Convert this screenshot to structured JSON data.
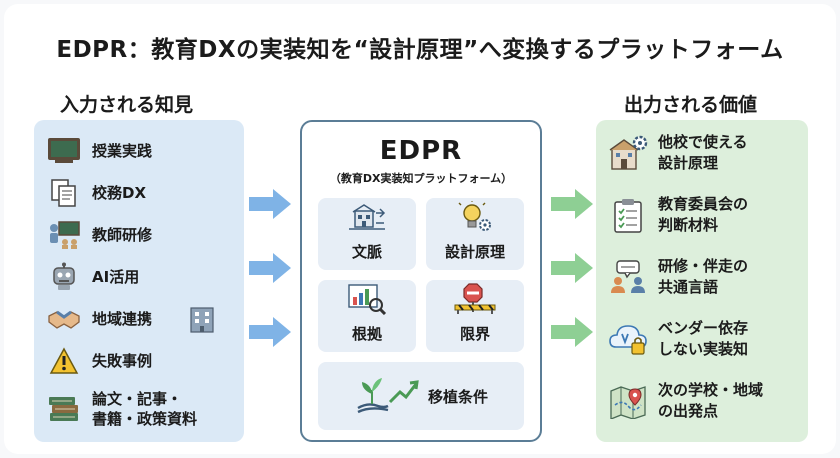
{
  "title": "EDPR：教育DXの実装知を“設計原理”へ変換するプラットフォーム",
  "inputs": {
    "heading": "入力される知見",
    "items": [
      {
        "label": "授業実践",
        "icon": "chalkboard-icon"
      },
      {
        "label": "校務DX",
        "icon": "documents-icon"
      },
      {
        "label": "教師研修",
        "icon": "training-icon"
      },
      {
        "label": "AI活用",
        "icon": "robot-icon"
      },
      {
        "label": "地域連携",
        "icon": "handshake-icon"
      },
      {
        "label": "失敗事例",
        "icon": "warning-icon"
      },
      {
        "label_line1": "論文・記事・",
        "label_line2": "書籍・政策資料",
        "icon": "books-icon"
      }
    ]
  },
  "center": {
    "title": "EDPR",
    "subtitle": "（教育DX実装知プラットフォーム）",
    "tiles": [
      {
        "label": "文脈",
        "icon": "school-context-icon"
      },
      {
        "label": "設計原理",
        "icon": "lightbulb-gear-icon"
      },
      {
        "label": "根拠",
        "icon": "chart-magnifier-icon"
      },
      {
        "label": "限界",
        "icon": "stop-barrier-icon"
      },
      {
        "label": "移植条件",
        "icon": "plant-growth-icon"
      }
    ]
  },
  "outputs": {
    "heading": "出力される価値",
    "items": [
      {
        "label_line1": "他校で使える",
        "label_line2": "設計原理",
        "icon": "school-gear-icon"
      },
      {
        "label_line1": "教育委員会の",
        "label_line2": "判断材料",
        "icon": "clipboard-icon"
      },
      {
        "label_line1": "研修・伴走の",
        "label_line2": "共通言語",
        "icon": "conversation-icon"
      },
      {
        "label_line1": "ベンダー依存",
        "label_line2": "しない実装知",
        "icon": "cloud-lock-icon"
      },
      {
        "label_line1": "次の学校・地域",
        "label_line2": "の出発点",
        "icon": "map-pin-icon"
      }
    ]
  },
  "colors": {
    "input_panel": "#dbe9f6",
    "output_panel": "#ddefdc",
    "input_arrow": "#7fb3e6",
    "output_arrow": "#8ecf94",
    "center_border": "#5b7d96"
  }
}
